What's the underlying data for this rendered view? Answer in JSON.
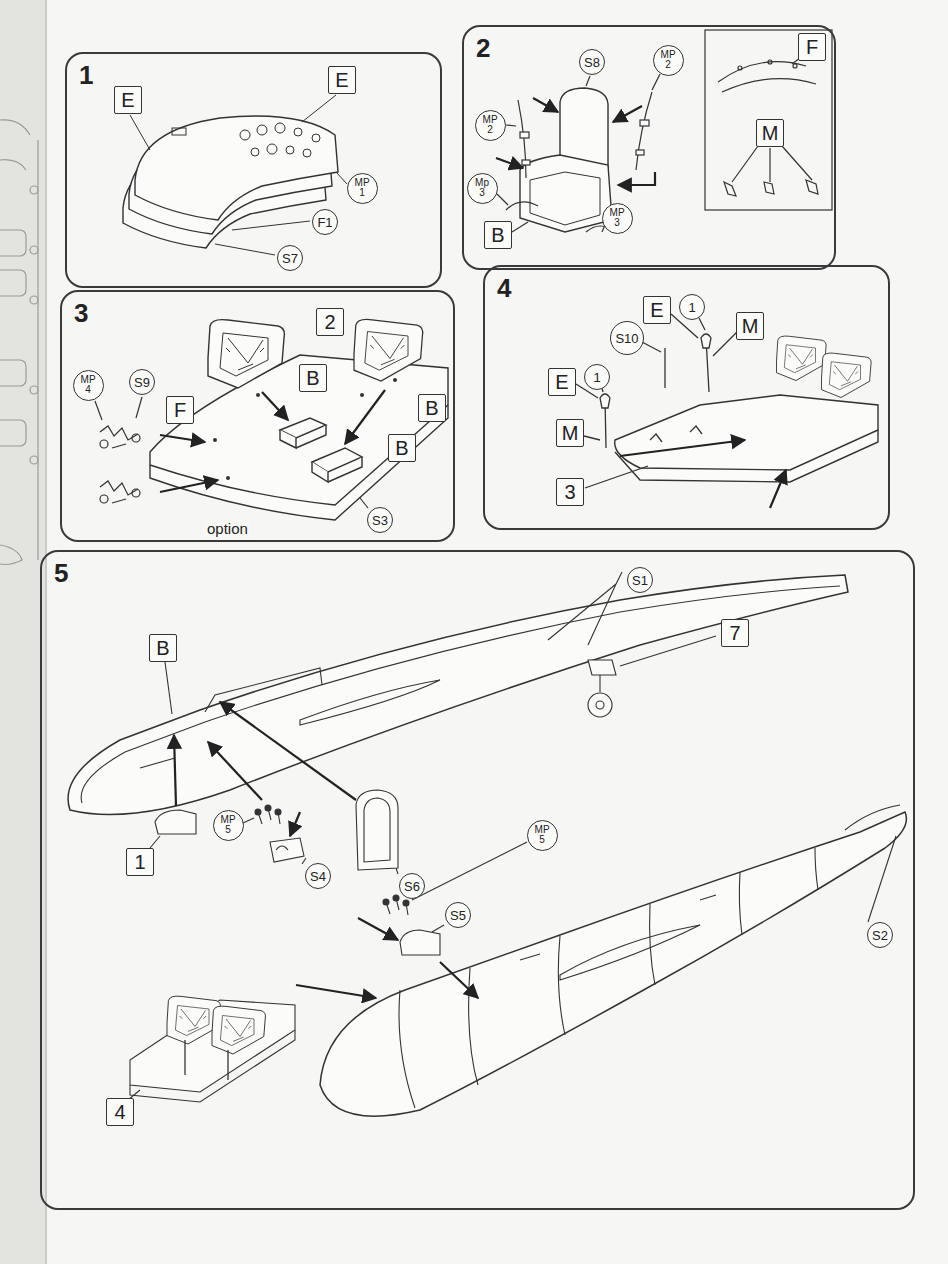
{
  "diagram": {
    "nodes": [
      {
        "text": [
          "1"
        ]
      },
      {
        "text": [
          "E"
        ],
        "in": 0
      },
      {
        "text": [
          "E"
        ],
        "in": 0
      },
      {
        "text": [
          "MP 1"
        ],
        "in": 0
      },
      {
        "text": [
          "F1"
        ],
        "in": 0
      },
      {
        "text": [
          "S7"
        ],
        "in": 0
      },
      {
        "text": [
          "2"
        ]
      },
      {
        "text": [
          "S8"
        ],
        "in": 6
      },
      {
        "text": [
          "MP 2"
        ],
        "in": 6
      },
      {
        "text": [
          "MP 2"
        ],
        "in": 6
      },
      {
        "text": [
          "Mp 3"
        ],
        "in": 6
      },
      {
        "text": [
          "MP 3"
        ],
        "in": 6
      },
      {
        "text": [
          "B"
        ],
        "in": 6
      },
      {
        "text": [
          "F"
        ],
        "in": 6
      },
      {
        "text": [
          "M"
        ],
        "in": 6
      },
      {
        "text": [
          "3"
        ]
      },
      {
        "text": [
          "MP 4"
        ],
        "in": 15
      },
      {
        "text": [
          "S9"
        ],
        "in": 15
      },
      {
        "text": [
          "F"
        ],
        "in": 15
      },
      {
        "text": [
          "2"
        ],
        "in": 15
      },
      {
        "text": [
          "B"
        ],
        "in": 15
      },
      {
        "text": [
          "B"
        ],
        "in": 15
      },
      {
        "text": [
          "B"
        ],
        "in": 15
      },
      {
        "text": [
          "S3"
        ],
        "in": 15
      },
      {
        "text": [
          "4"
        ]
      },
      {
        "text": [
          "E"
        ],
        "in": 24
      },
      {
        "text": [
          "1"
        ],
        "in": 24
      },
      {
        "text": [
          "S10"
        ],
        "in": 24
      },
      {
        "text": [
          "M"
        ],
        "in": 24
      },
      {
        "text": [
          "E"
        ],
        "in": 24
      },
      {
        "text": [
          "1"
        ],
        "in": 24
      },
      {
        "text": [
          "M"
        ],
        "in": 24
      },
      {
        "text": [
          "3"
        ],
        "in": 24
      },
      {
        "text": [
          "5"
        ]
      },
      {
        "text": [
          "B"
        ],
        "in": 33
      },
      {
        "text": [
          "S1"
        ],
        "in": 33
      },
      {
        "text": [
          "7"
        ],
        "in": 33
      },
      {
        "text": [
          "1"
        ],
        "in": 33
      },
      {
        "text": [
          "MP 5"
        ],
        "in": 33
      },
      {
        "text": [
          "S4"
        ],
        "in": 33
      },
      {
        "text": [
          "S6"
        ],
        "in": 33
      },
      {
        "text": [
          "MP 5"
        ],
        "in": 33
      },
      {
        "text": [
          "S5"
        ],
        "in": 33
      },
      {
        "text": [
          "S2"
        ],
        "in": 33
      },
      {
        "text": [
          "4"
        ],
        "in": 33
      }
    ],
    "labels": [
      "option"
    ]
  }
}
